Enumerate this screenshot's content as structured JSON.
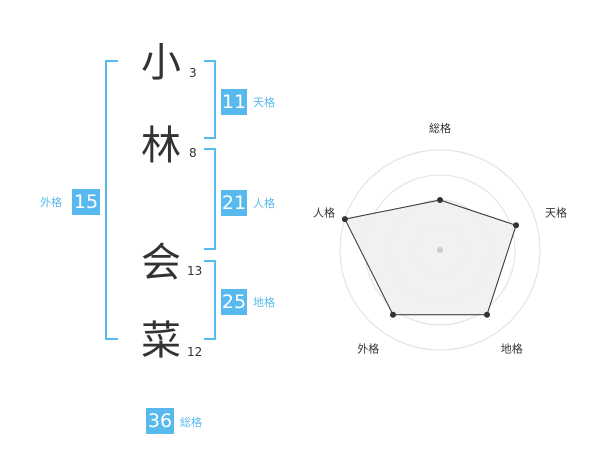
{
  "colors": {
    "accent": "#58b9ef",
    "text": "#333333",
    "radar_fill": "#f0f0f0",
    "ring": "#e0e0e0"
  },
  "name": {
    "chars": [
      {
        "char": "小",
        "strokes": "3"
      },
      {
        "char": "林",
        "strokes": "8"
      },
      {
        "char": "会",
        "strokes": "13"
      },
      {
        "char": "菜",
        "strokes": "12"
      }
    ]
  },
  "kakusu": {
    "tenkaku": {
      "value": "11",
      "label": "天格"
    },
    "jinkaku": {
      "value": "21",
      "label": "人格"
    },
    "chikaku": {
      "value": "25",
      "label": "地格"
    },
    "gaikaku": {
      "value": "15",
      "label": "外格"
    },
    "soukaku": {
      "value": "36",
      "label": "総格"
    }
  },
  "chart_data": {
    "type": "radar",
    "axes": [
      "総格",
      "天格",
      "地格",
      "外格",
      "人格"
    ],
    "values": [
      0.5,
      0.8,
      0.8,
      0.8,
      1.0
    ],
    "rings": 4,
    "range": [
      0,
      1
    ]
  }
}
